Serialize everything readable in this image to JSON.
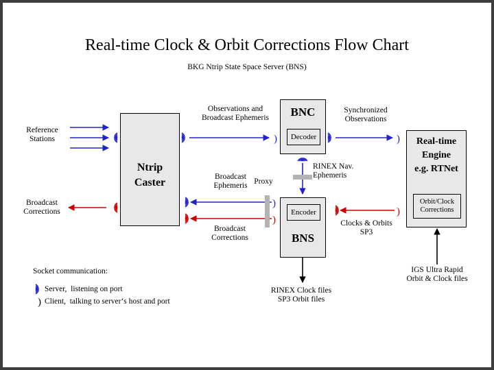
{
  "meta": {
    "title": "Real-time Clock & Orbit Corrections Flow Chart",
    "subtitle": "BKG Ntrip State Space Server  (BNS)",
    "colors": {
      "frame": "#3d3d3d",
      "blue": "#2222cc",
      "red": "#cc0000",
      "box_fill": "#e8e8e8",
      "box_border": "#000000",
      "proxy_gray": "#b3b3b3"
    }
  },
  "boxes": {
    "ntrip_caster": {
      "line1": "Ntrip",
      "line2": "Caster"
    },
    "bnc": {
      "title": "BNC",
      "inner": "Decoder"
    },
    "bns": {
      "title": "BNS",
      "inner": "Encoder"
    },
    "rt_engine": {
      "line1": "Real-time",
      "line2": "Engine",
      "line3": "e.g. RTNet",
      "inner_line1": "Orbit/Clock",
      "inner_line2": "Corrections"
    }
  },
  "labels": {
    "reference_stations": "Reference\nStations",
    "broadcast_corrections_left": "Broadcast\nCorrections",
    "observations_and_broadcast_ephemeris": "Observations and\nBroadcast Ephemeris",
    "synchronized_observations": "Synchronized\nObservations",
    "rinex_nav_ephemeris": "RINEX Nav.\nEphemeris",
    "broadcast_ephemeris": "Broadcast\nEphemeris",
    "broadcast_corrections_mid": "Broadcast\nCorrections",
    "proxy": "Proxy",
    "clocks_and_orbits_sp3": "Clocks & Orbits\nSP3",
    "rinex_clock_sp3_files": "RINEX Clock files\nSP3 Orbit files",
    "igs_ultra_rapid": "IGS Ultra Rapid\nOrbit & Clock files"
  },
  "legend": {
    "heading": "Socket communication:",
    "server": "Server,  listening on port",
    "client": "Client,  talking to server‘s host and port"
  }
}
